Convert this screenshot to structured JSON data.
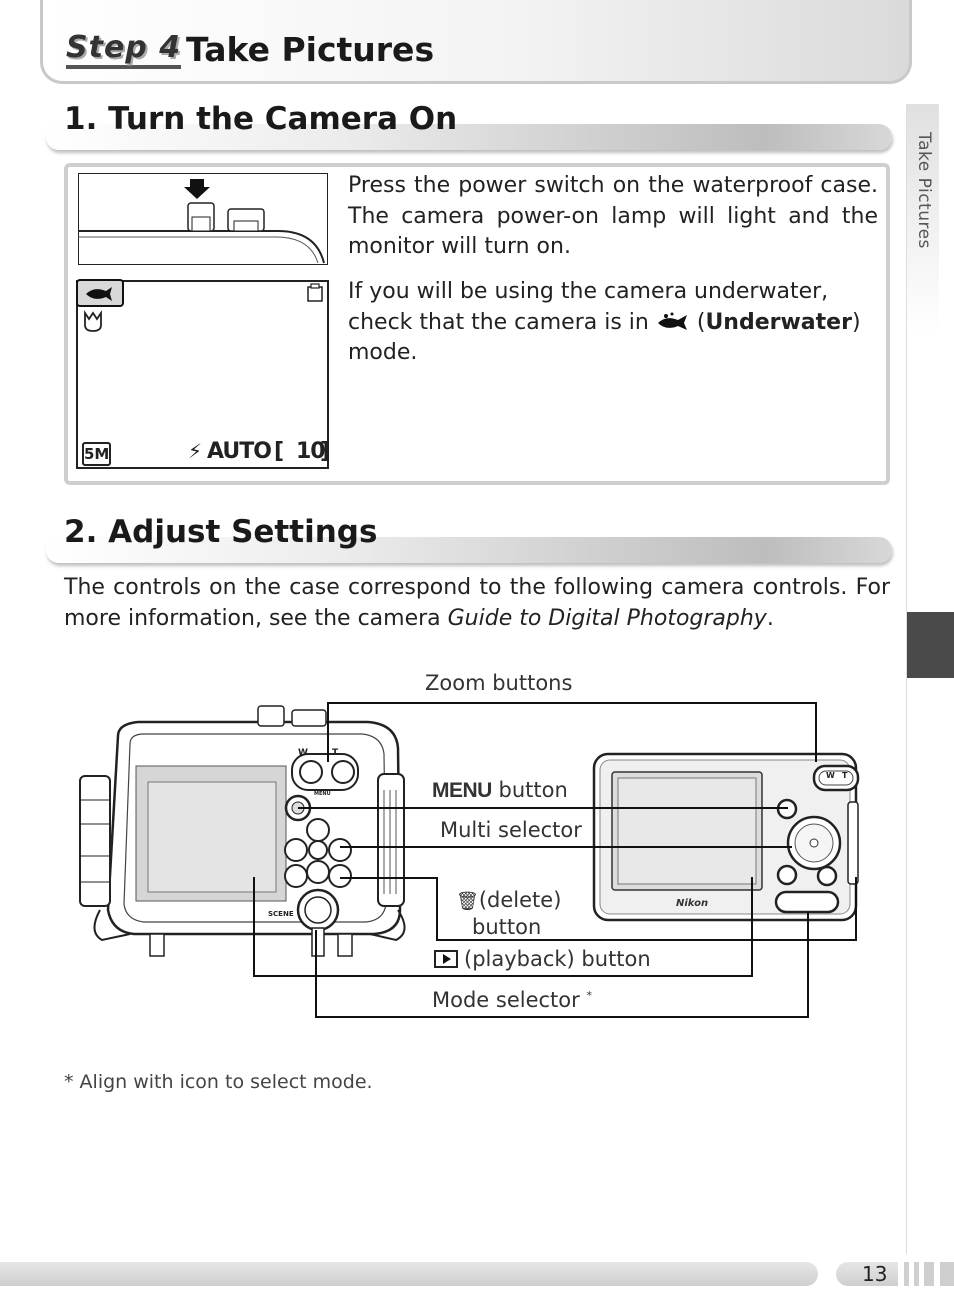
{
  "header": {
    "step_label": "Step 4",
    "title": "Take Pictures"
  },
  "side_tab": {
    "label": "Take Pictures"
  },
  "section1": {
    "heading": "1. Turn the Camera On",
    "para1": "Press the power switch on the waterproof case. The camera power-on lamp will light and the monitor will turn on.",
    "para2_before": "If you will be using the camera underwater, check that the camera is in ",
    "para2_bold": "Underwater",
    "para2_after": ") mode.",
    "monitor": {
      "image_size": "5M",
      "flash_mode": "AUTO",
      "exposures": "10"
    }
  },
  "section2": {
    "heading": "2. Adjust Settings",
    "intro_before": "The controls on the case correspond to the following camera controls.  For more information, see the camera ",
    "intro_italic": "Guide to Digital Photography",
    "intro_after": ".",
    "callouts": {
      "zoom": "Zoom buttons",
      "menu_bold": "MENU",
      "menu_rest": " button",
      "multi": "Multi selector",
      "delete_line1": "(delete)",
      "delete_line2": "button",
      "playback": "(playback) button",
      "mode": "Mode selector",
      "mode_mark": "*"
    },
    "case_labels": {
      "w": "W",
      "t": "T",
      "menu": "MENU",
      "scene": "SCENE"
    },
    "camera_labels": {
      "brand": "Nikon",
      "w": "W",
      "t": "T"
    },
    "footnote": "* Align with icon to select mode."
  },
  "footer": {
    "page_number": "13"
  }
}
